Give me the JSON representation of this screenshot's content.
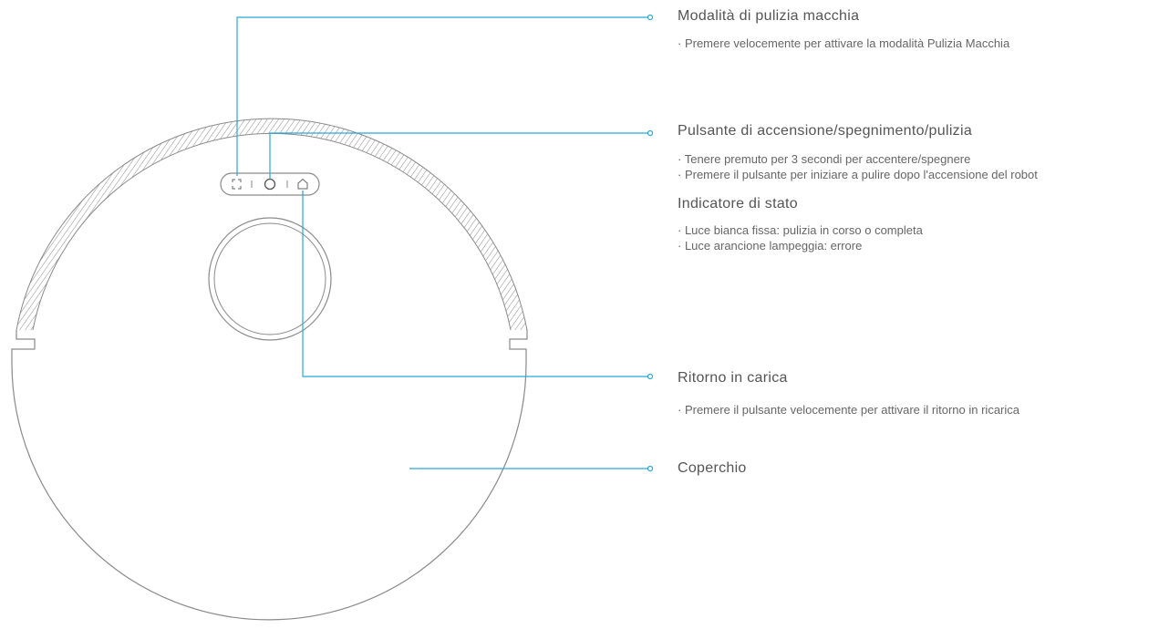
{
  "callouts": [
    {
      "title": "Modalità di pulizia macchia",
      "items": [
        "Premere velocemente per attivare la modalità Pulizia Macchia"
      ]
    },
    {
      "title": "Pulsante di accensione/spegnimento/pulizia",
      "items": [
        "Tenere premuto per 3 secondi per accentere/spegnere",
        "Premere il pulsante per iniziare a pulire dopo l'accensione del robot"
      ],
      "sub_title": "Indicatore di stato",
      "sub_items": [
        "Luce bianca fissa: pulizia in corso o completa",
        "Luce arancione lampeggia: errore"
      ]
    },
    {
      "title": "Ritorno in carica",
      "items": [
        "Premere il pulsante velocemente per attivare il ritorno in ricarica"
      ]
    },
    {
      "title": "Coperchio",
      "items": []
    }
  ],
  "colors": {
    "leader_line": "#29a8d8",
    "outline": "#8a8a8a",
    "background": "#ffffff"
  },
  "icons": [
    "spot-clean-icon",
    "power-icon",
    "home-dock-icon"
  ]
}
